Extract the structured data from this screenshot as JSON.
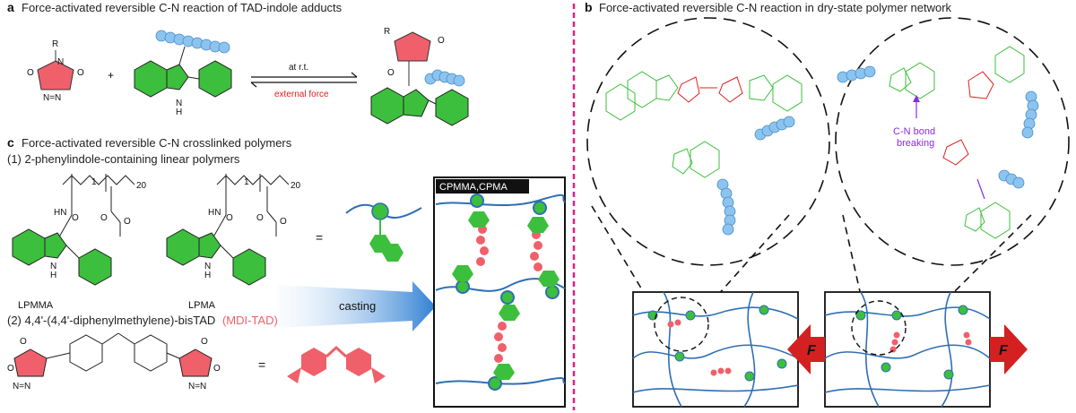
{
  "panel_a": {
    "letter": "a",
    "title": "Force-activated reversible C-N reaction of TAD-indole adducts",
    "arrow_top": "at r.t.",
    "arrow_bottom": "external force",
    "plus": "+"
  },
  "panel_b": {
    "letter": "b",
    "title": "Force-activated reversible C-N reaction in dry-state polymer network",
    "bond_label_1": "C-N bond",
    "bond_label_2": "breaking",
    "force_label": "F"
  },
  "panel_c": {
    "letter": "c",
    "title": "Force-activated reversible C-N crosslinked polymers",
    "sub1": "(1) 2-phenylindole-containing linear polymers",
    "lpmma": "LPMMA",
    "lpma": "LPMA",
    "sub2_prefix": "(2) 4,4'-(4,4'-diphenylmethylene)-bisTAD",
    "sub2_highlight": "(MDI-TAD)",
    "casting": "casting",
    "box_label": "CPMMA,CPMA",
    "equals": "=",
    "sub_1": "1",
    "sub_20": "20"
  },
  "colors": {
    "tad_red": "#f0606a",
    "indole_green": "#3cbf3c",
    "polymer_blue": "#2f6fb3",
    "bead_blue": "#8cc4f0",
    "divider_magenta": "#e0208c",
    "force_red": "#d42020",
    "arrow_purple": "#8a2be2"
  }
}
